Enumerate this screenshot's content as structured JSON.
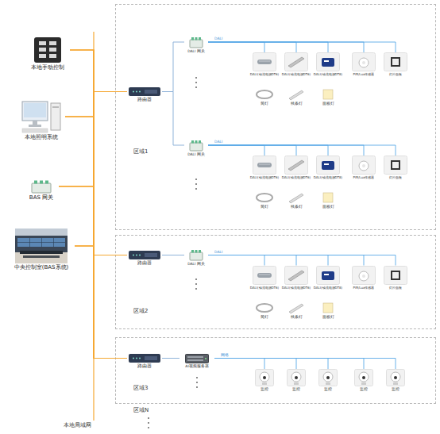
{
  "diagram": {
    "nodes": [
      {
        "text": [
          "本地手动控制"
        ]
      },
      {
        "text": [
          "本地照明系统"
        ]
      },
      {
        "text": [
          "BAS 网关"
        ]
      },
      {
        "text": [
          "中央控制室(BAS系统)"
        ]
      },
      {
        "text": [
          "区域1"
        ]
      },
      {
        "text": [
          "路由器"
        ],
        "in": 4
      },
      {
        "text": [
          "DALI 网关"
        ],
        "in": 4
      },
      {
        "text": [
          "DALI(镇流电源DT6)"
        ],
        "in": 4
      },
      {
        "text": [
          "DALI(镇流电源DT6)"
        ],
        "in": 4
      },
      {
        "text": [
          "DALI(镇流电源DT8)"
        ],
        "in": 4
      },
      {
        "text": [
          "PIR/Lux传感器"
        ],
        "in": 4
      },
      {
        "text": [
          "灯控面板"
        ],
        "in": 4
      },
      {
        "text": [
          "筒灯"
        ],
        "in": 4
      },
      {
        "text": [
          "线条灯"
        ],
        "in": 4
      },
      {
        "text": [
          "面板灯"
        ],
        "in": 4
      },
      {
        "text": [
          "DALI 网关"
        ],
        "in": 4
      },
      {
        "text": [
          "DALI(镇流电源DT6)"
        ],
        "in": 4
      },
      {
        "text": [
          "DALI(镇流电源DT6)"
        ],
        "in": 4
      },
      {
        "text": [
          "DALI(镇流电源DT8)"
        ],
        "in": 4
      },
      {
        "text": [
          "PIR/Lux传感器"
        ],
        "in": 4
      },
      {
        "text": [
          "灯控面板"
        ],
        "in": 4
      },
      {
        "text": [
          "筒灯"
        ],
        "in": 4
      },
      {
        "text": [
          "线条灯"
        ],
        "in": 4
      },
      {
        "text": [
          "面板灯"
        ],
        "in": 4
      },
      {
        "text": [
          "区域2"
        ]
      },
      {
        "text": [
          "路由器"
        ],
        "in": 24
      },
      {
        "text": [
          "DALI 网关"
        ],
        "in": 24
      },
      {
        "text": [
          "DALI(镇流电源DT6)"
        ],
        "in": 24
      },
      {
        "text": [
          "DALI(镇流电源DT6)"
        ],
        "in": 24
      },
      {
        "text": [
          "DALI(镇流电源DT8)"
        ],
        "in": 24
      },
      {
        "text": [
          "PIR/Lux传感器"
        ],
        "in": 24
      },
      {
        "text": [
          "灯控面板"
        ],
        "in": 24
      },
      {
        "text": [
          "筒灯"
        ],
        "in": 24
      },
      {
        "text": [
          "线条灯"
        ],
        "in": 24
      },
      {
        "text": [
          "面板灯"
        ],
        "in": 24
      },
      {
        "text": [
          "区域3"
        ]
      },
      {
        "text": [
          "路由器"
        ],
        "in": 35
      },
      {
        "text": [
          "AI视频服务器"
        ],
        "in": 35
      },
      {
        "text": [
          "监控"
        ],
        "in": 35
      },
      {
        "text": [
          "监控"
        ],
        "in": 35
      },
      {
        "text": [
          "监控"
        ],
        "in": 35
      },
      {
        "text": [
          "监控"
        ],
        "in": 35
      },
      {
        "text": [
          "监控"
        ],
        "in": 35
      }
    ],
    "edges": [
      {
        "from": 0,
        "to": 5,
        "arrow": "none"
      },
      {
        "from": 0,
        "to": 25,
        "arrow": "none"
      },
      {
        "from": 0,
        "to": 36,
        "arrow": "none"
      },
      {
        "from": 1,
        "to": 5,
        "arrow": "none"
      },
      {
        "from": 1,
        "to": 25,
        "arrow": "none"
      },
      {
        "from": 1,
        "to": 36,
        "arrow": "none"
      },
      {
        "from": 2,
        "to": 5,
        "arrow": "none"
      },
      {
        "from": 2,
        "to": 25,
        "arrow": "none"
      },
      {
        "from": 2,
        "to": 36,
        "arrow": "none"
      },
      {
        "from": 3,
        "to": 5,
        "arrow": "none"
      },
      {
        "from": 3,
        "to": 25,
        "arrow": "none"
      },
      {
        "from": 3,
        "to": 36,
        "arrow": "none"
      },
      {
        "from": 5,
        "to": 6,
        "arrow": "none"
      },
      {
        "from": 5,
        "to": 15,
        "arrow": "none"
      },
      {
        "from": 25,
        "to": 26,
        "arrow": "none"
      },
      {
        "from": 36,
        "to": 37,
        "arrow": "none"
      },
      {
        "from": 6,
        "to": 7,
        "label": "DALI",
        "arrow": "none"
      },
      {
        "from": 6,
        "to": 8,
        "arrow": "none"
      },
      {
        "from": 6,
        "to": 9,
        "arrow": "none"
      },
      {
        "from": 6,
        "to": 10,
        "arrow": "none"
      },
      {
        "from": 6,
        "to": 11,
        "arrow": "none"
      },
      {
        "from": 15,
        "to": 16,
        "label": "DALI",
        "arrow": "none"
      },
      {
        "from": 15,
        "to": 17,
        "arrow": "none"
      },
      {
        "from": 15,
        "to": 18,
        "arrow": "none"
      },
      {
        "from": 15,
        "to": 19,
        "arrow": "none"
      },
      {
        "from": 15,
        "to": 20,
        "arrow": "none"
      },
      {
        "from": 26,
        "to": 27,
        "label": "DALI",
        "arrow": "none"
      },
      {
        "from": 26,
        "to": 28,
        "arrow": "none"
      },
      {
        "from": 26,
        "to": 29,
        "arrow": "none"
      },
      {
        "from": 26,
        "to": 30,
        "arrow": "none"
      },
      {
        "from": 26,
        "to": 31,
        "arrow": "none"
      },
      {
        "from": 37,
        "to": 38,
        "label": "网络",
        "arrow": "none"
      },
      {
        "from": 37,
        "to": 39,
        "arrow": "none"
      },
      {
        "from": 37,
        "to": 40,
        "arrow": "none"
      },
      {
        "from": 37,
        "to": 41,
        "arrow": "none"
      },
      {
        "from": 37,
        "to": 42,
        "arrow": "none"
      }
    ],
    "labels": [
      "区域N",
      "本地局域网"
    ]
  }
}
